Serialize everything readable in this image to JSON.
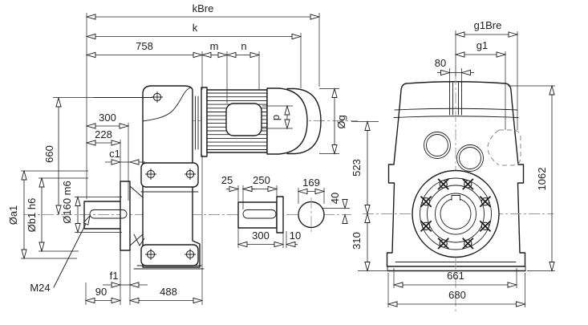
{
  "drawing": {
    "kind": "technical-dimension-drawing",
    "subject": "parallel-shaft gear reducer with motor — side view, output shaft detail and front view",
    "colors": {
      "line": "#1d1d1d",
      "centerline": "#999999",
      "hidden_line": "#8a8a8a",
      "background": "#ffffff"
    }
  },
  "dims": {
    "side": {
      "kBre": "kBre",
      "k": "k",
      "len758": "758",
      "m": "m",
      "n": "n",
      "len300": "300",
      "len228": "228",
      "c1": "c1",
      "len660": "660",
      "dia_a1": "Øa1",
      "dia_b1": "Øb1 h6",
      "dia160": "Ø160 m6",
      "thread": "M24",
      "f1": "f1",
      "len90": "90",
      "len488": "488",
      "dia_g": "Øg",
      "p": "p"
    },
    "shaft": {
      "len25": "25",
      "len250": "250",
      "len300": "300",
      "len10": "10",
      "dia169": "169",
      "len40": "40"
    },
    "front": {
      "len80": "80",
      "g1": "g1",
      "g1Bre": "g1Bre",
      "h1062": "1062",
      "h523": "523",
      "h310": "310",
      "w661": "661",
      "w680": "680"
    }
  }
}
